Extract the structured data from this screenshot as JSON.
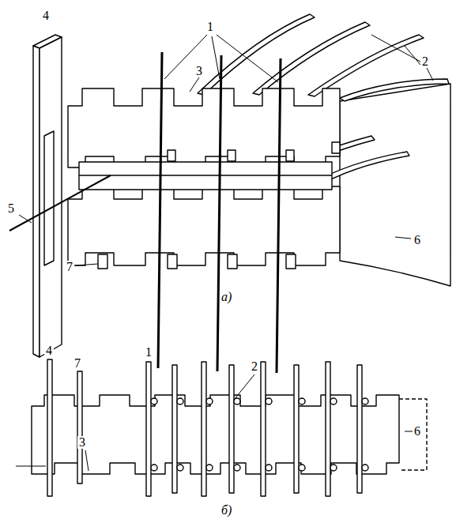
{
  "diagram": {
    "labels": [
      "4",
      "1",
      "2",
      "3",
      "5",
      "6",
      "7",
      "а)",
      "4",
      "7",
      "1",
      "2",
      "3",
      "6",
      "б)"
    ]
  }
}
